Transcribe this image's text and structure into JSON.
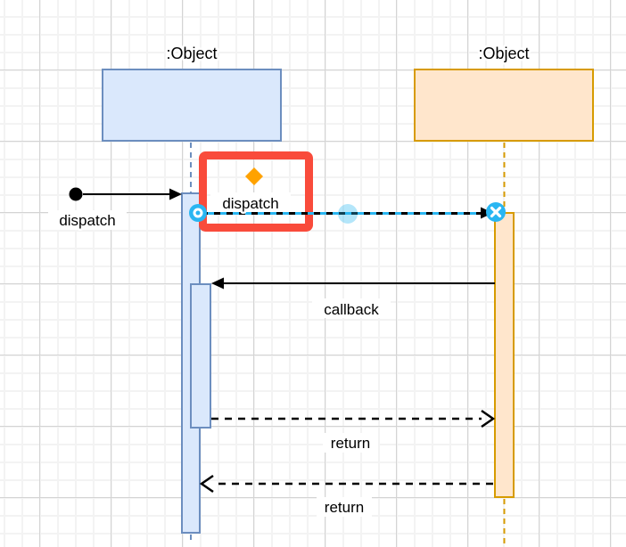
{
  "canvas": {
    "type": "sequence-diagram",
    "grid": "on",
    "background": "#ffffff",
    "grid_minor_color": "#f3f3f3",
    "grid_major_color": "#d4d4d4"
  },
  "lifelines": [
    {
      "label": ":Object",
      "fill": "#dae8fc",
      "stroke": "#6c8ebf",
      "side": "left"
    },
    {
      "label": ":Object",
      "fill": "#ffe6cc",
      "stroke": "#d79b00",
      "side": "right"
    }
  ],
  "messages": {
    "found": {
      "label": "dispatch",
      "style": "solid-filled-arrow",
      "from": "start-point",
      "to": "left-object"
    },
    "dispatch": {
      "label": "dispatch",
      "style": "solid-filled-arrow",
      "from": "left-object",
      "to": "right-object",
      "selected": true
    },
    "callback": {
      "label": "callback",
      "style": "solid-filled-arrow",
      "from": "right-object",
      "to": "left-object"
    },
    "return1": {
      "label": "return",
      "style": "dashed-open-arrow",
      "from": "left-object",
      "to": "right-object"
    },
    "return2": {
      "label": "return",
      "style": "dashed-open-arrow",
      "from": "right-object",
      "to": "left-object"
    }
  },
  "annotations": {
    "highlight": {
      "shape": "rectangle",
      "color": "#f94b3b"
    },
    "marker": {
      "shape": "diamond",
      "color": "#ffa200"
    }
  },
  "selection": {
    "handle_color": "#29b6f2",
    "edge_dash_color": "#29b6f2",
    "endpoint_icon": "x-circle"
  }
}
